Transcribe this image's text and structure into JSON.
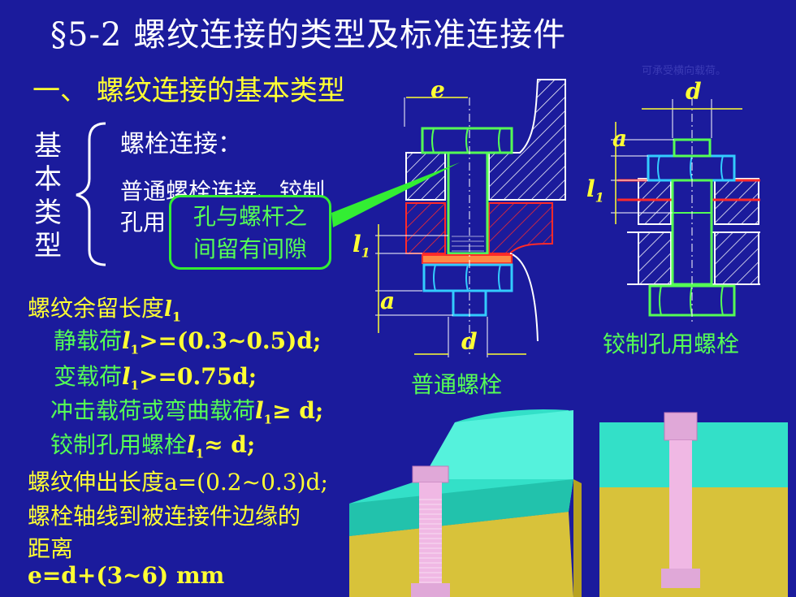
{
  "title": "§5-2 螺纹连接的类型及标准连接件",
  "faint_note": "可承受横向载荷。",
  "subtitle": "一、 螺纹连接的基本类型",
  "vertical_label": "基本类型",
  "bolt_connection": "螺栓连接：",
  "line1": "普通螺栓连接、铰制",
  "line2": "孔用",
  "callout": [
    "孔与螺杆之",
    "间留有间隙"
  ],
  "thread_left": {
    "heading": "螺纹余留长度",
    "items": [
      {
        "label": "静载荷",
        "formula": ">=(0.3~0.5)d;"
      },
      {
        "label": "变载荷",
        "formula": ">=0.75d;"
      },
      {
        "label": "冲击载荷或弯曲载荷",
        "formula": "≥ d;"
      },
      {
        "label": "铰制孔用螺栓",
        "formula": "≈ d;"
      }
    ]
  },
  "thread_out": "螺纹伸出长度a=(0.2~0.3)d;",
  "edge_dist_1": "螺栓轴线到被连接件边缘的",
  "edge_dist_2": "距离",
  "edge_formula": "e=d+(3~6) mm",
  "fig_labels": {
    "e": "e",
    "d": "d",
    "l1": "l",
    "a": "a",
    "sub1": "1",
    "common_bolt": "普通螺栓",
    "reamed_bolt": "铰制孔用螺栓"
  },
  "colors": {
    "bg": "#1b1b9c",
    "yellow": "#ffff33",
    "green": "#55ff55",
    "red": "#ff2a2a",
    "cyan": "#33ccff"
  }
}
